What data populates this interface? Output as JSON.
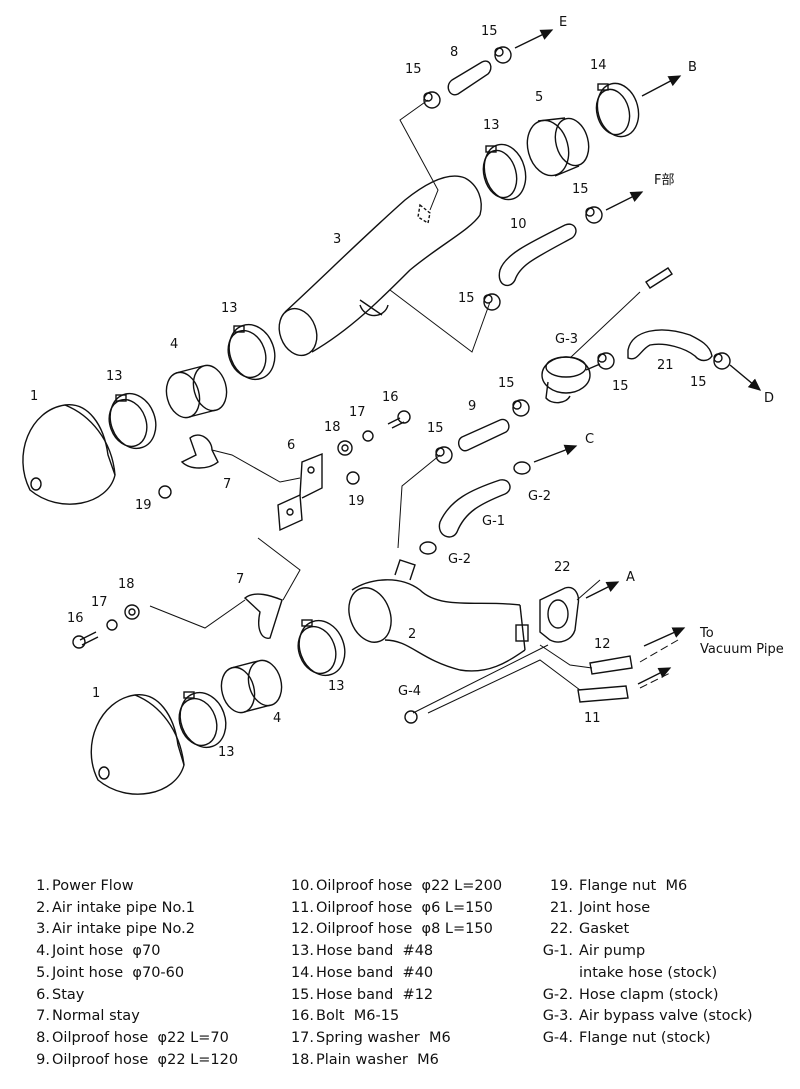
{
  "callouts": {
    "c1a": "1",
    "c1b": "1",
    "c2": "2",
    "c3": "3",
    "c4a": "4",
    "c4b": "4",
    "c5": "5",
    "c6": "6",
    "c7a": "7",
    "c7b": "7",
    "c8": "8",
    "c9": "9",
    "c10": "10",
    "c11": "11",
    "c12": "12",
    "c13a": "13",
    "c13b": "13",
    "c13c": "13",
    "c13d": "13",
    "c13e": "13",
    "c14": "14",
    "c15a": "15",
    "c15b": "15",
    "c15c": "15",
    "c15d": "15",
    "c15e": "15",
    "c15f": "15",
    "c15g": "15",
    "c15h": "15",
    "c16a": "16",
    "c16b": "16",
    "c17a": "17",
    "c17b": "17",
    "c18a": "18",
    "c18b": "18",
    "c19a": "19",
    "c19b": "19",
    "c21": "21",
    "c22": "22",
    "cG1": "G-1",
    "cG2a": "G-2",
    "cG2b": "G-2",
    "cG3": "G-3",
    "cG4": "G-4"
  },
  "directions": {
    "A": "A",
    "B": "B",
    "C": "C",
    "D": "D",
    "E": "E",
    "F": "F部",
    "vacuum_line1": "To",
    "vacuum_line2": "Vacuum Pipe"
  },
  "legend": {
    "col1": [
      {
        "num": "1.",
        "text": "Power Flow"
      },
      {
        "num": "2.",
        "text": "Air intake pipe No.1"
      },
      {
        "num": "3.",
        "text": "Air intake pipe No.2"
      },
      {
        "num": "4.",
        "text": "Joint hose  φ70"
      },
      {
        "num": "5.",
        "text": "Joint hose  φ70-60"
      },
      {
        "num": "6.",
        "text": "Stay"
      },
      {
        "num": "7.",
        "text": "Normal stay"
      },
      {
        "num": "8.",
        "text": "Oilproof hose  φ22 L=70"
      },
      {
        "num": "9.",
        "text": "Oilproof hose  φ22 L=120"
      }
    ],
    "col2": [
      {
        "num": "10.",
        "text": "Oilproof hose  φ22 L=200"
      },
      {
        "num": "11.",
        "text": "Oilproof hose  φ6 L=150"
      },
      {
        "num": "12.",
        "text": "Oilproof hose  φ8 L=150"
      },
      {
        "num": "13.",
        "text": "Hose band  #48"
      },
      {
        "num": "14.",
        "text": "Hose band  #40"
      },
      {
        "num": "15.",
        "text": "Hose band  #12"
      },
      {
        "num": "16.",
        "text": "Bolt  M6-15"
      },
      {
        "num": "17.",
        "text": "Spring washer  M6"
      },
      {
        "num": "18.",
        "text": "Plain washer  M6"
      }
    ],
    "col3": [
      {
        "num": "19.",
        "text": "Flange nut  M6"
      },
      {
        "num": "21.",
        "text": "Joint hose"
      },
      {
        "num": "22.",
        "text": "Gasket"
      },
      {
        "num": "G-1.",
        "text": "Air pump"
      },
      {
        "num": "",
        "text": "intake hose (stock)"
      },
      {
        "num": "G-2.",
        "text": "Hose clapm (stock)"
      },
      {
        "num": "G-3.",
        "text": "Air bypass valve (stock)"
      },
      {
        "num": "G-4.",
        "text": "Flange nut (stock)"
      }
    ]
  }
}
